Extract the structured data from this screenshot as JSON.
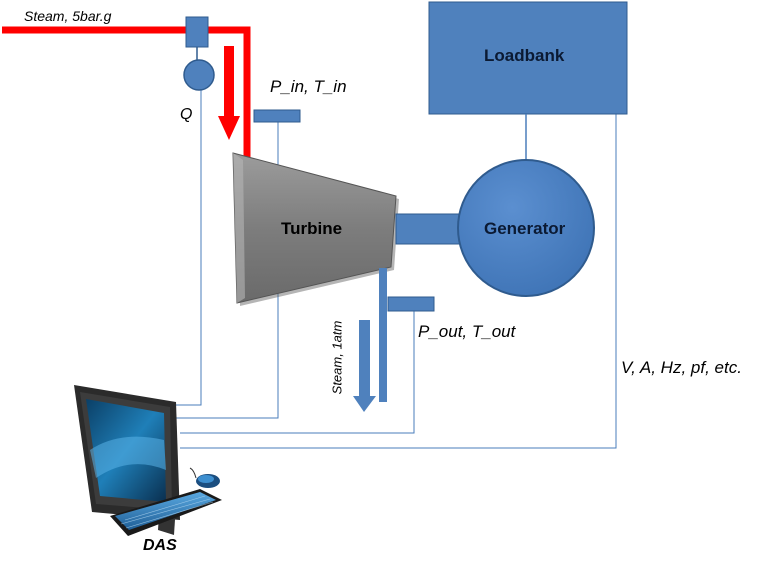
{
  "labels": {
    "steam_in": "Steam, 5bar.g",
    "flow": "Q",
    "p_in": "P_in, T_in",
    "loadbank": "Loadbank",
    "turbine": "Turbine",
    "generator": "Generator",
    "p_out": "P_out, T_out",
    "steam_out": "Steam, 1atm",
    "elec": "V, A, Hz, pf, etc.",
    "das": "DAS"
  },
  "colors": {
    "steam_supply": "#ff0000",
    "component_blue": "#4f81bd",
    "component_border": "#2f5b8e",
    "turbine_gray": "#8a8a8a",
    "signal_line": "#4a7ebb"
  }
}
